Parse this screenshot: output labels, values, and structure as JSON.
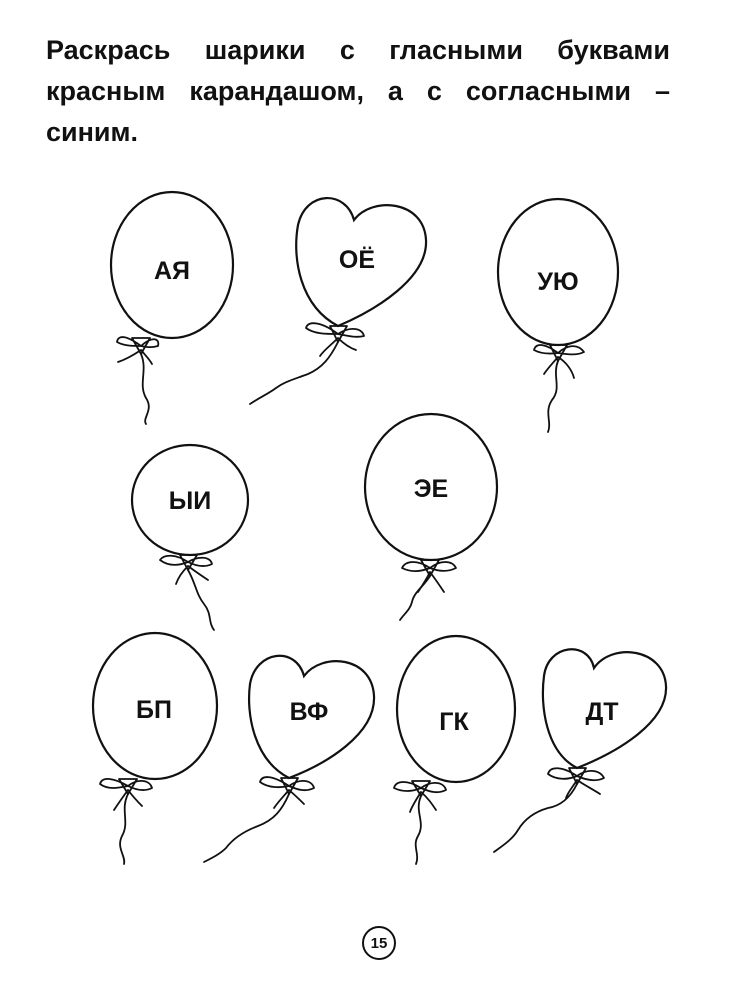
{
  "instruction": {
    "line1": "Раскрась шарики с гласными буквами",
    "line2": "красным карандашом, а с согласными –",
    "line3": "синим."
  },
  "balloons": [
    {
      "letters": "АЯ",
      "shape": "oval"
    },
    {
      "letters": "ОЁ",
      "shape": "heart"
    },
    {
      "letters": "УЮ",
      "shape": "oval"
    },
    {
      "letters": "ЫИ",
      "shape": "round"
    },
    {
      "letters": "ЭЕ",
      "shape": "round"
    },
    {
      "letters": "БП",
      "shape": "oval"
    },
    {
      "letters": "ВФ",
      "shape": "heart"
    },
    {
      "letters": "ГК",
      "shape": "oval"
    },
    {
      "letters": "ДТ",
      "shape": "heart"
    }
  ],
  "page_number": "15"
}
